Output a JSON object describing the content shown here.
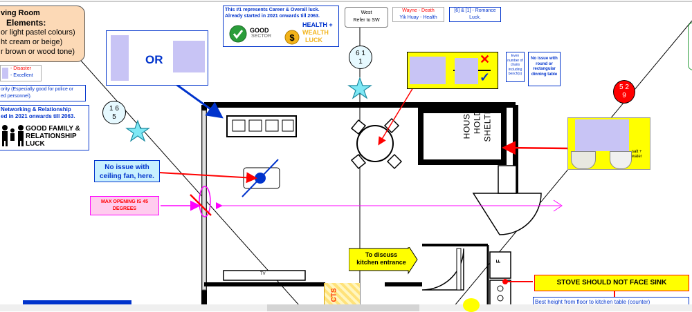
{
  "living_room_box": {
    "title": "ving Room",
    "subtitle": "Elements:",
    "line1": "or light pastel colours)",
    "line2": "ht cream or beige)",
    "line3": "r brown or wood tone)"
  },
  "disaster_box": {
    "line1": "- Disaster",
    "line2": "- Excellent"
  },
  "priority_note": {
    "line1": "ority (Especially good for police or",
    "line2": "ed personnel)."
  },
  "networking_box": {
    "line1": "Networking & Relationship",
    "line2": "ed in 2021 onwards till 2063.",
    "luck": "GOOD FAMILY & RELATIONSHIP LUCK"
  },
  "star_numbers_left": {
    "top": "1 6",
    "bottom": "5"
  },
  "or_label": "OR",
  "career_box": {
    "line1": "This #1 represents Career & Overall luck.",
    "line2": "Already started in 2021 onwards till 2063.",
    "good": "GOOD",
    "sector": "SECTOR",
    "health": "HEALTH +",
    "wealth": "WEALTH",
    "luck": "LUCK"
  },
  "west_box": {
    "line1": "West",
    "line2": "Refer to SW"
  },
  "wayne_box": {
    "line1": "Wayne - Death",
    "line2": "Yik Huay - Health"
  },
  "romance_box": {
    "line1": "[6] & [1] - Romance",
    "line2": "Luck."
  },
  "star_numbers_top": {
    "top": "6 1",
    "bottom": "1"
  },
  "even_chairs_note": "Even number of chairs including bench(s)",
  "round_table_note": "No issue with round or rectangular dinning table",
  "red_star_numbers": {
    "top": "5 2",
    "bottom": "9"
  },
  "shelter_label": "HOUSE-HOLD SHELTER",
  "salt_label": "salt + water",
  "ceiling_fan_note": "No issue with ceiling fan, here.",
  "max_opening_note": "MAX OPENING IS 45 DEGREES",
  "kitchen_note": {
    "line1": "To discuss",
    "line2": "kitchen entrance"
  },
  "tv_label": "TV",
  "fridge_label": "F",
  "stove_note": "STOVE SHOULD NOT FACE SINK",
  "bottom_cut_note": "Best height from floor to kitchen table (counter)",
  "hazard_label": "CTS",
  "colors": {
    "wall": "#000000",
    "arrow_red": "#ff0000",
    "arrow_blue": "#0033cc",
    "arrow_magenta": "#ff00ff",
    "note_blue_bg": "#c8f0ff",
    "note_pink_bg": "#ffccee",
    "yellow": "#ffff00",
    "living_room_bg": "#fcd9b6",
    "placeholder": "#c8c4f5"
  }
}
